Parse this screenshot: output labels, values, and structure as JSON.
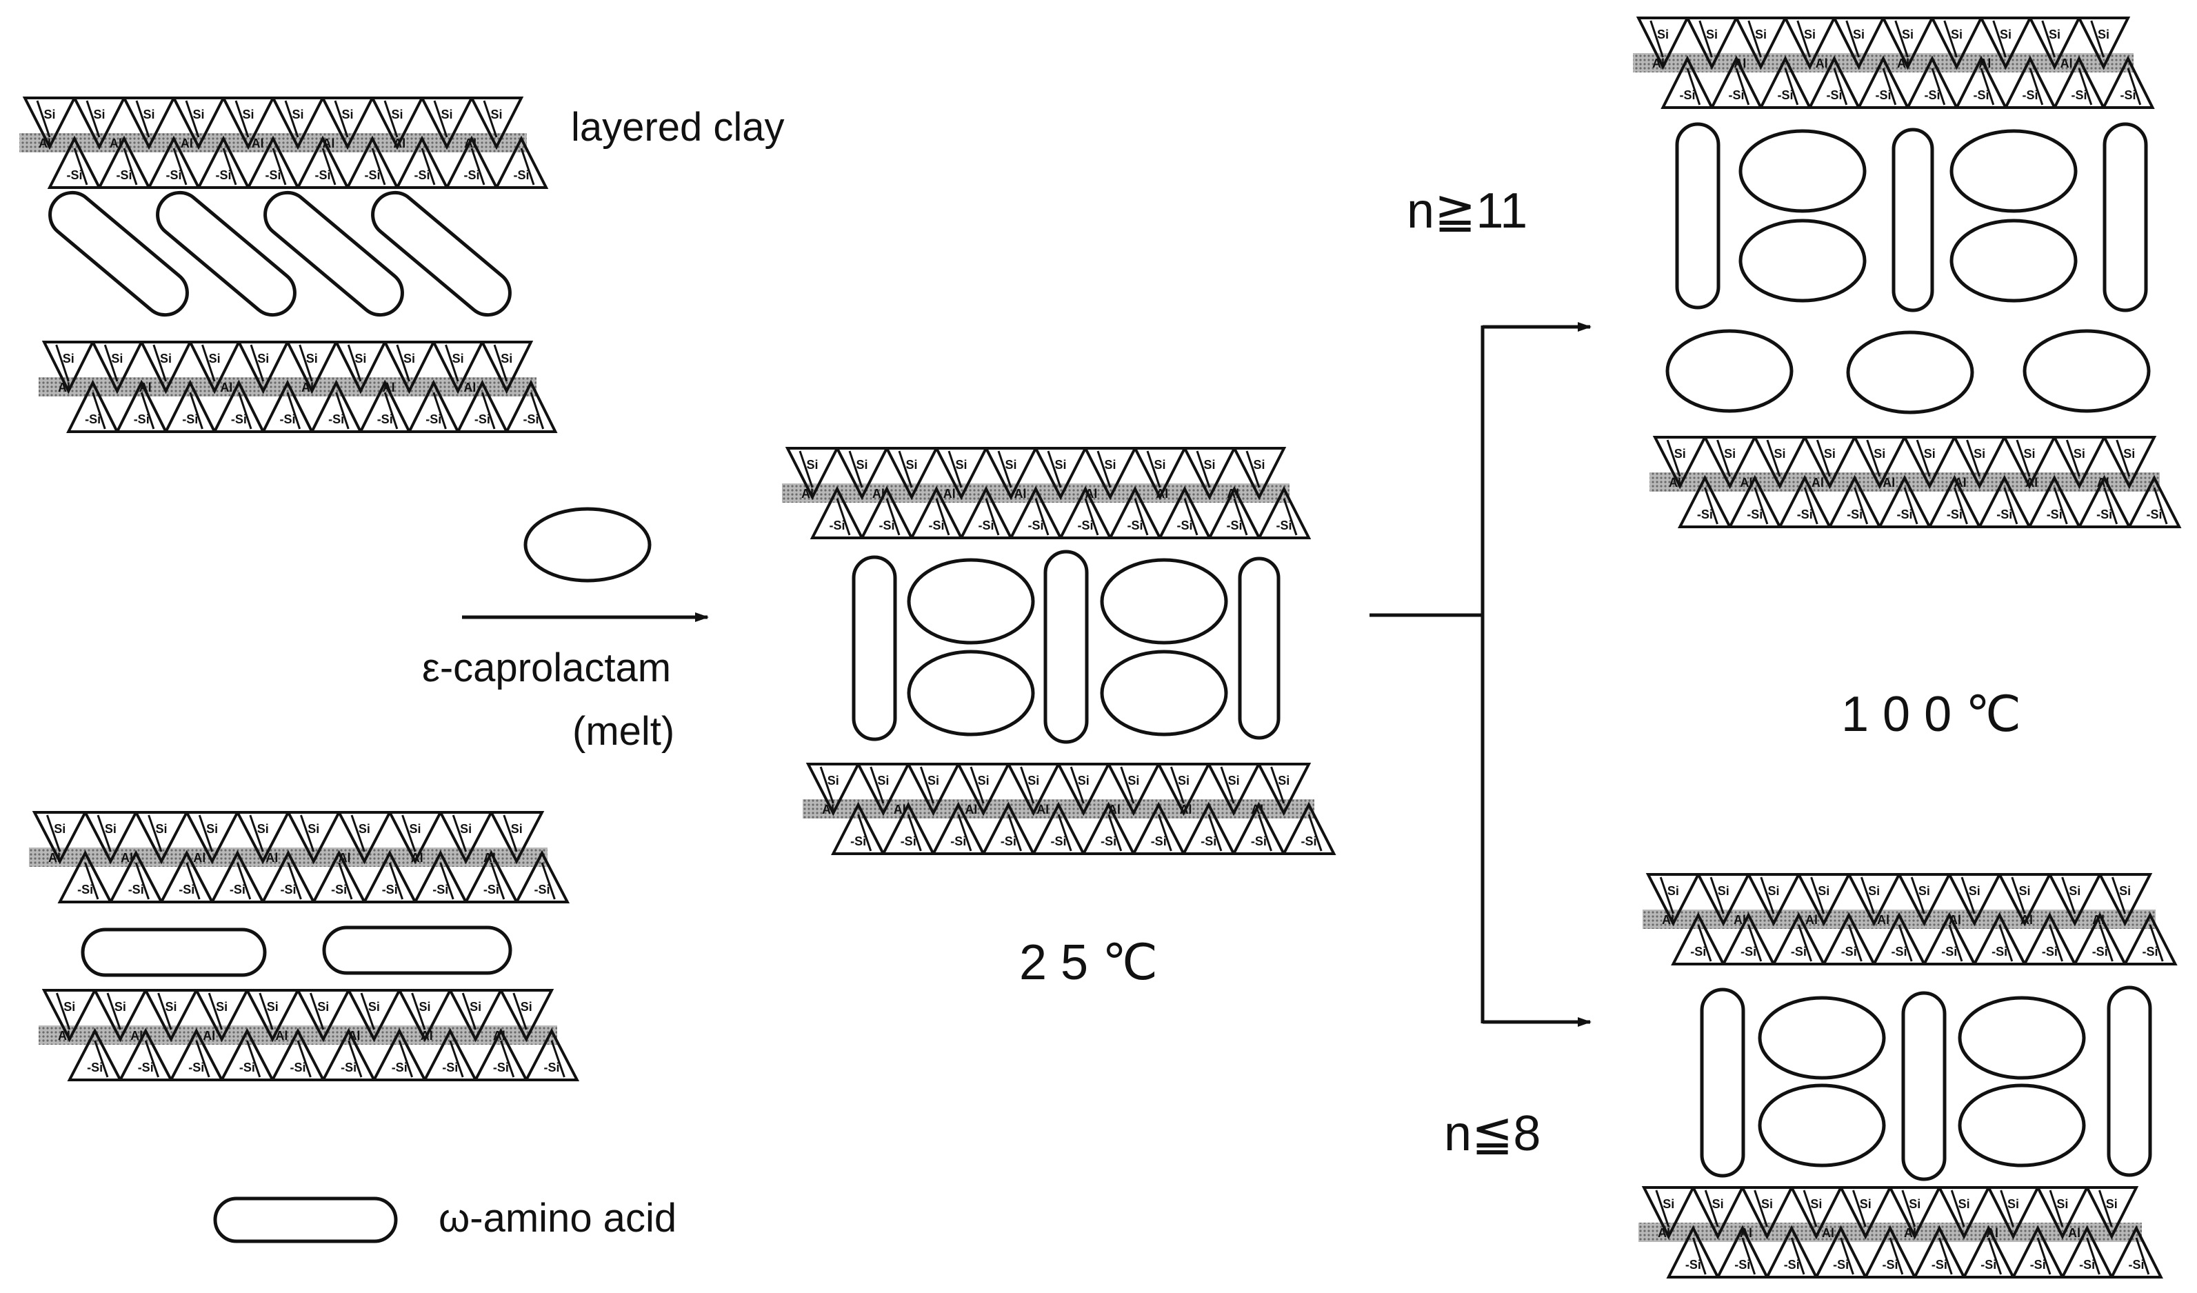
{
  "labels": {
    "layered_clay": "layered clay",
    "caprolactam_line1": "ε-caprolactam",
    "caprolactam_line2": "(melt)",
    "temp_25": "2 5 ℃",
    "temp_100": "1 0 0 ℃",
    "n_ge_11": "n≧11",
    "n_le_8": "n≦8",
    "amino_acid": "ω-amino acid"
  },
  "clay": {
    "atom_si": "Si",
    "atom_al": "Al"
  },
  "colors": {
    "ink": "#111111",
    "background": "#ffffff",
    "aluminium_band": "#9a9a9a"
  }
}
